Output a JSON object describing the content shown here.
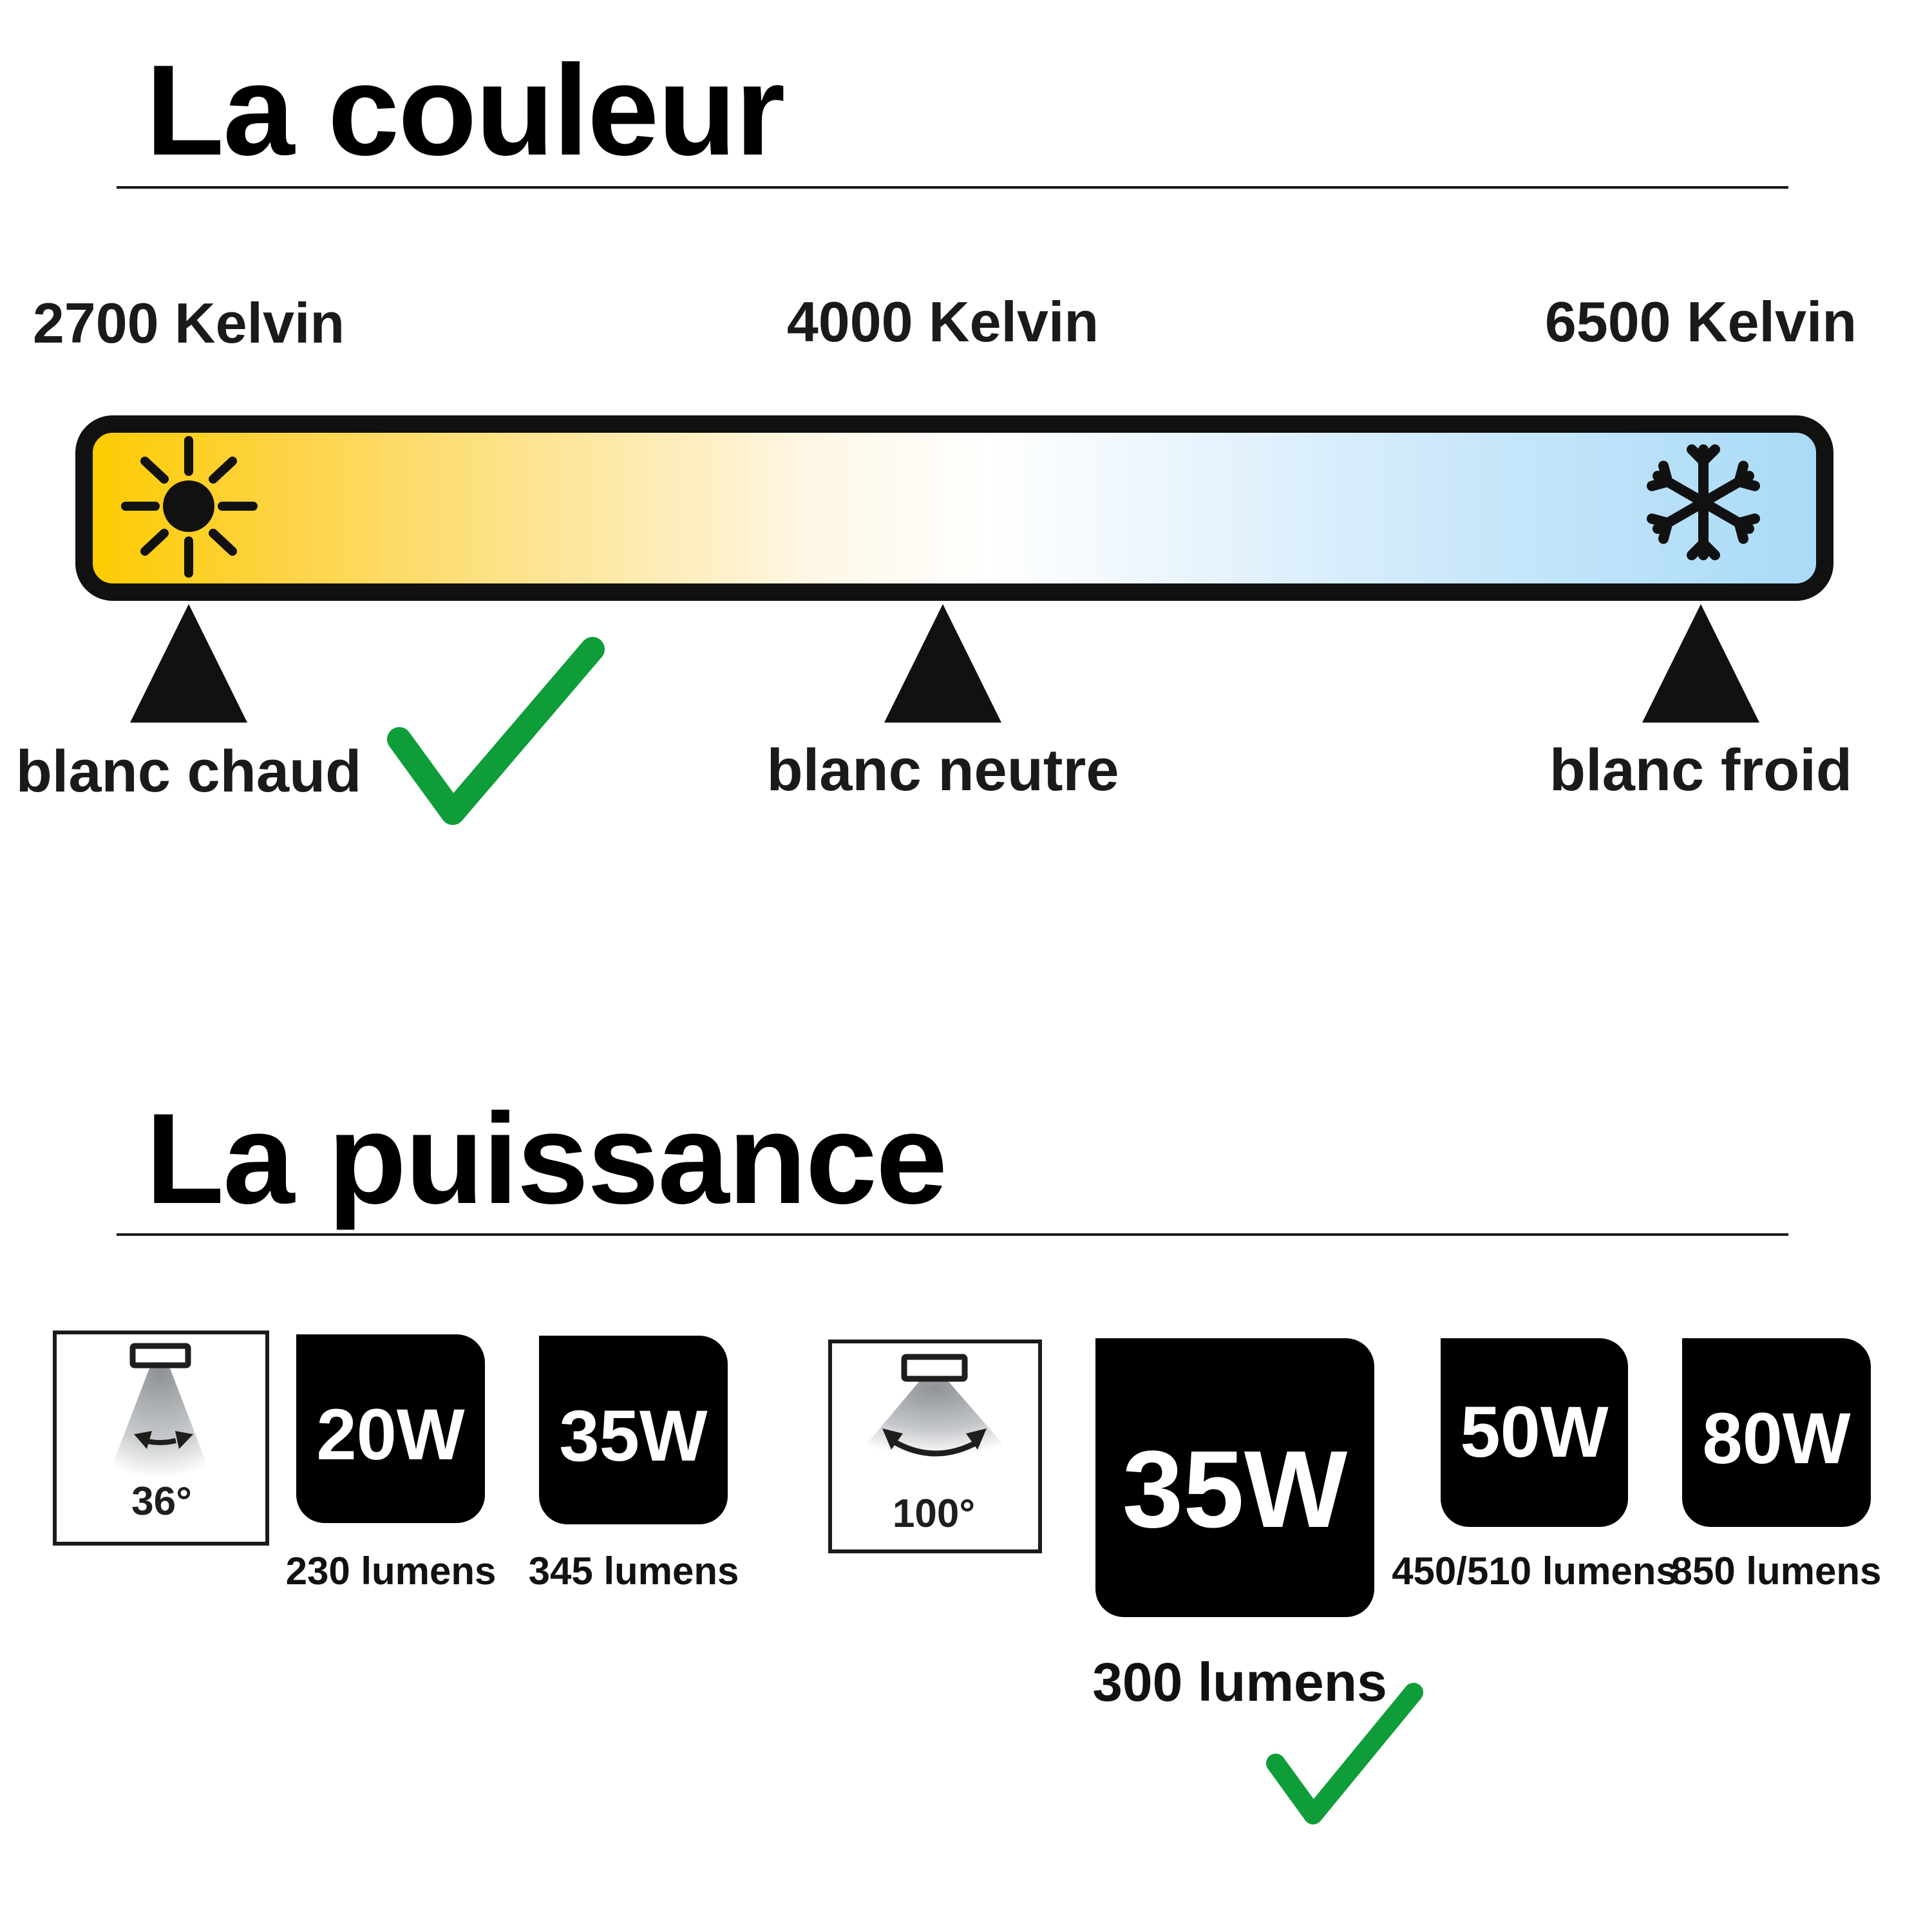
{
  "sections": {
    "color": {
      "title": "La couleur",
      "kelvin_labels": [
        "2700 Kelvin",
        "4000 Kelvin",
        "6500 Kelvin"
      ],
      "tone_labels": [
        "blanc chaud",
        "blanc neutre",
        "blanc froid"
      ],
      "bar": {
        "left_icon": "sun-icon",
        "right_icon": "snowflake-icon",
        "gradient_colors": [
          "#fdcb00",
          "#ffffff",
          "#a9dbf7"
        ]
      },
      "selected": "blanc chaud"
    },
    "power": {
      "title": "La puissance",
      "groups": [
        {
          "beam_angle": "36°",
          "icon": "narrow-beam-icon",
          "options": [
            {
              "watt": "20W",
              "lumens": "230 lumens"
            },
            {
              "watt": "35W",
              "lumens": "345 lumens"
            }
          ]
        },
        {
          "beam_angle": "100°",
          "icon": "wide-beam-icon",
          "options": [
            {
              "watt": "35W",
              "lumens": "300 lumens",
              "selected": true
            },
            {
              "watt": "50W",
              "lumens": "450/510 lumens"
            },
            {
              "watt": "80W",
              "lumens": "850 lumens"
            }
          ]
        }
      ]
    }
  },
  "colors": {
    "check": "#0f9d3a",
    "ink": "#111111",
    "warm": "#fdcb00",
    "cold": "#a9dbf7"
  }
}
